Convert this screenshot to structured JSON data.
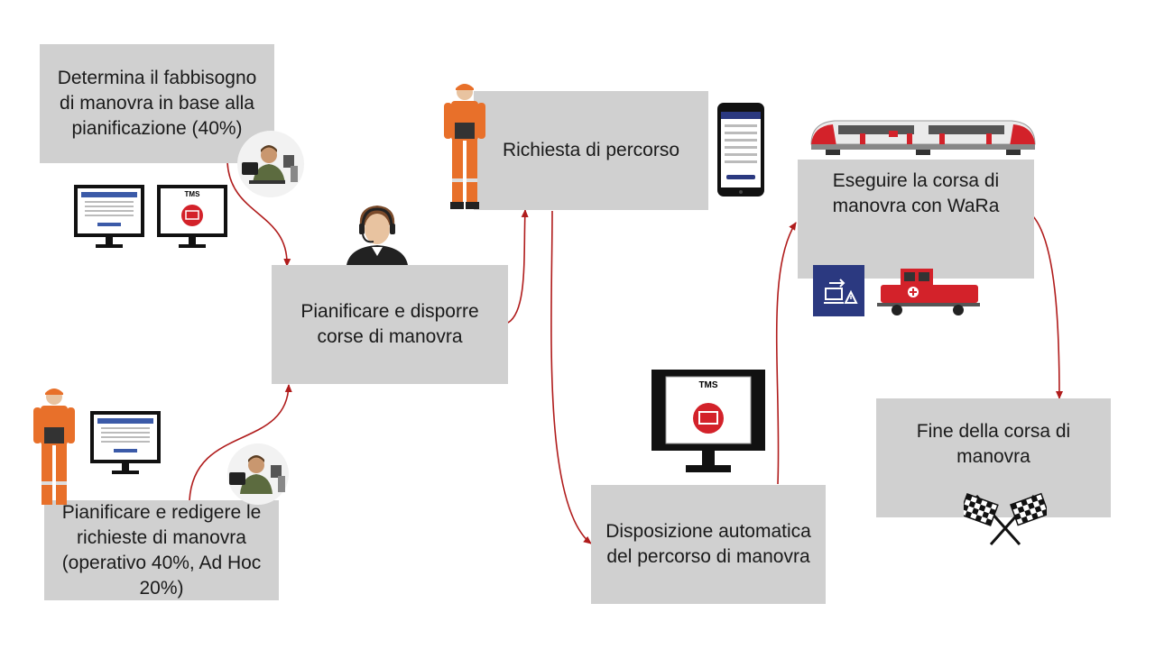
{
  "boxes": {
    "determina": "Determina il fabbisogno di manovra in base alla pianificazione (40%)",
    "pianificare_disporre": "Pianificare e disporre corse di manovra",
    "richiesta": "Richiesta di percorso",
    "eseguire": "Eseguire la corsa di manovra con WaRa",
    "fine": "Fine della corsa di manovra",
    "redigere": "Pianificare e redigere le richieste di manovra (operativo 40%, Ad Hoc 20%)",
    "disposizione": "Disposizione automatica del percorso di manovra"
  },
  "labels": {
    "tms": "TMS"
  },
  "colors": {
    "box": "#d0d0d0",
    "arrow": "#b01c1c",
    "worker_orange": "#e8702a",
    "wara_blue": "#2b3980",
    "sbb_red": "#d3222a"
  },
  "icons": [
    "worker-icon",
    "operator-icon",
    "headset-operator-icon",
    "monitor-icon",
    "smartphone-icon",
    "train-icon",
    "locomotive-icon",
    "wara-icon",
    "checkered-flags-icon"
  ]
}
